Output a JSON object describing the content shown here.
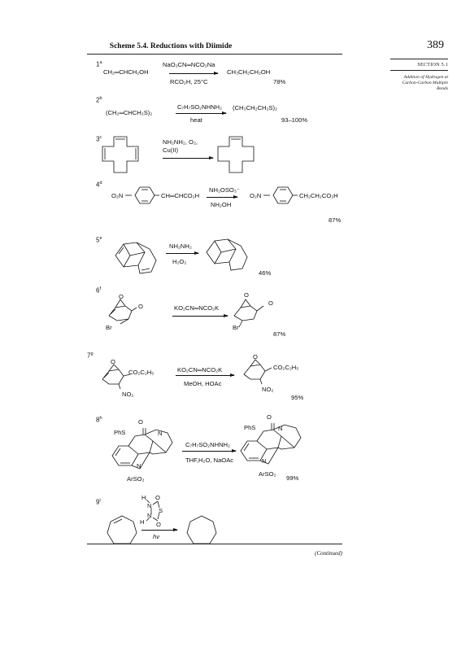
{
  "header": {
    "title": "Scheme 5.4.  Reductions with Diimide",
    "page_number": "389"
  },
  "sidebar": {
    "section": "SECTION 5.1",
    "subtitle": "Addition of Hydrogen at\nCarbon-Carbon Multiple\nBonds"
  },
  "reactions": [
    {
      "num": "1",
      "sup": "a",
      "reactant": "CH₂═CHCH₂OH",
      "reagent_top": "NaO₂CN═NCO₂Na",
      "reagent_bottom": "RCO₂H, 25°C",
      "product": "CH₃CH₂CH₂OH",
      "yield": "78%"
    },
    {
      "num": "2",
      "sup": "b",
      "reactant": "(CH₂═CHCH₂S)₂",
      "reagent_top": "C₇H₇SO₂NHNH₂",
      "reagent_bottom": "heat",
      "product": "(CH₃CH₂CH₂S)₂",
      "yield": "93–100%"
    },
    {
      "num": "3",
      "sup": "c",
      "reagent_top": "NH₂NH₂, O₂,",
      "reagent_bottom": "Cu(II)"
    },
    {
      "num": "4",
      "sup": "d",
      "reactant_left": "O₂N",
      "reactant_right": "CH═CHCO₂H",
      "reagent_top": "NH₂OSO₃⁻",
      "reagent_bottom": "NH₂OH",
      "product_left": "O₂N",
      "product_right": "CH₂CH₂CO₂H",
      "yield": "87%"
    },
    {
      "num": "5",
      "sup": "e",
      "reagent_top": "NH₂NH₂",
      "reagent_bottom": "H₂O₂",
      "yield": "46%"
    },
    {
      "num": "6",
      "sup": "f",
      "reagent_top": "KO₂CN═NCO₂K",
      "atom_o": "O",
      "atom_br": "Br",
      "yield": "87%"
    },
    {
      "num": "7",
      "sup": "g",
      "reagent_top": "KO₂CN═NCO₂K",
      "reagent_bottom": "MeOH, HOAc",
      "atom_o": "O",
      "substituent_ester": "CO₂C₂H₅",
      "substituent_nitro": "NO₂",
      "yield": "95%"
    },
    {
      "num": "8",
      "sup": "h",
      "reagent_top": "C₇H₇SO₂NHNH₂",
      "reagent_bottom": "THF,H₂O, NaOAc",
      "atom_o": "O",
      "atom_n": "N",
      "substituent_phs": "PhS",
      "substituent_ar": "ArSO₂",
      "yield": "99%"
    },
    {
      "num": "9",
      "sup": "i",
      "atom_h": "H",
      "atom_n": "N",
      "atom_o": "O",
      "atom_s": "S",
      "reagent_bottom": "hν"
    }
  ],
  "footer": "(Continued)"
}
